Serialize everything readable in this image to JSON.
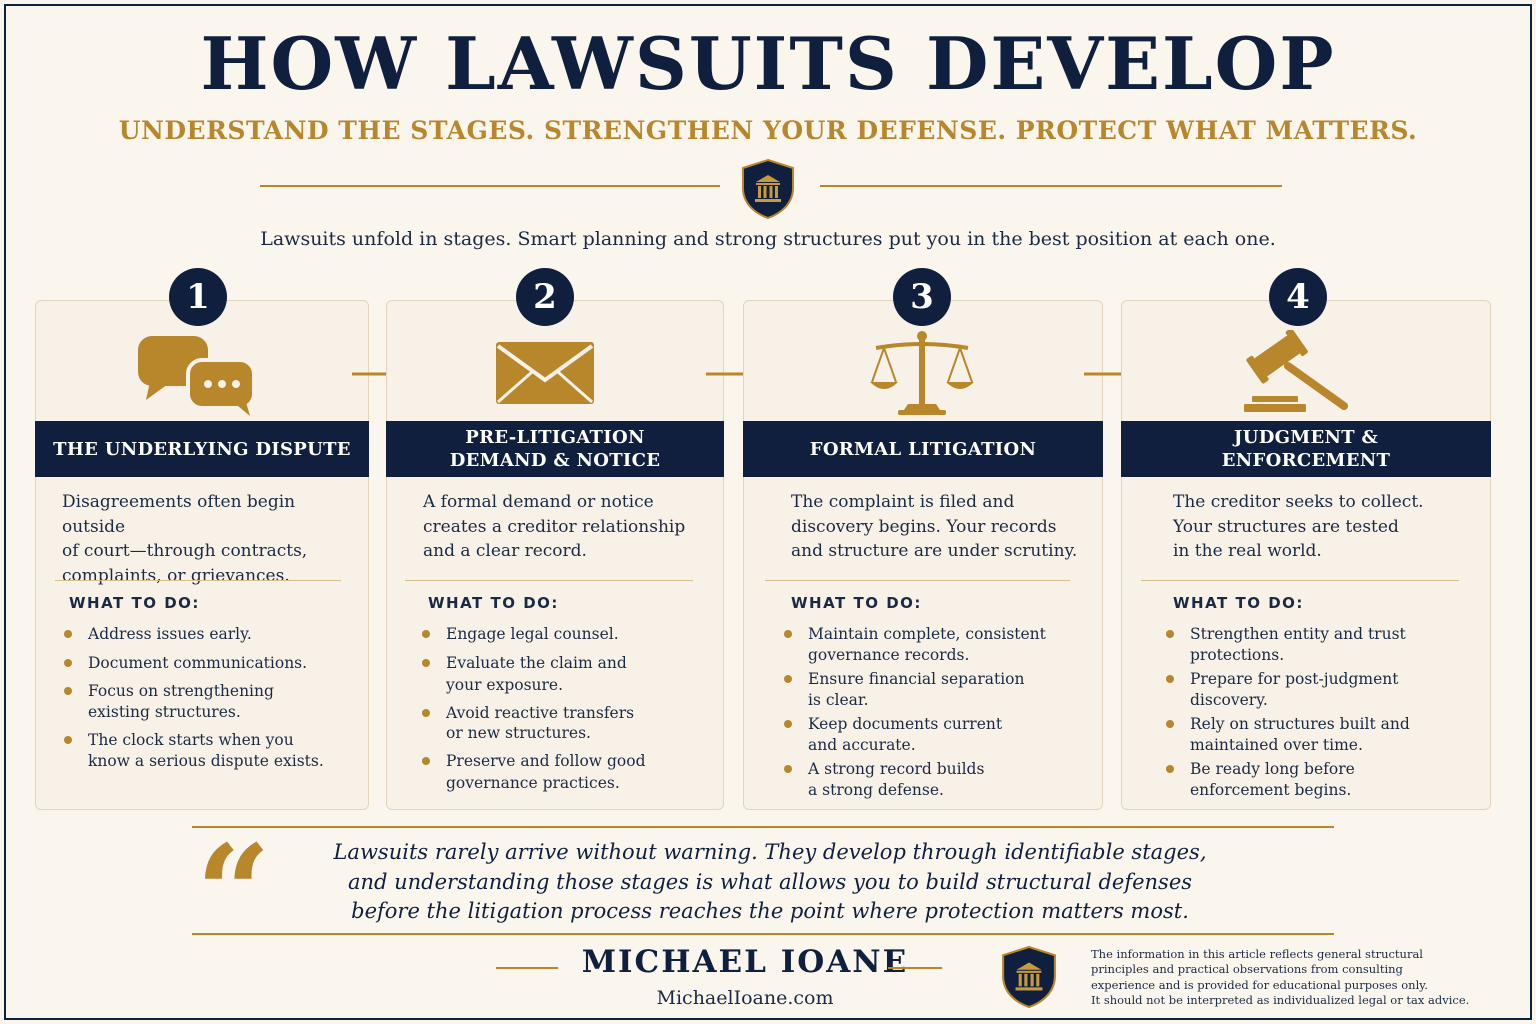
{
  "header": {
    "title": "HOW LAWSUITS DEVELOP",
    "subtitle": "UNDERSTAND THE STAGES. STRENGTHEN YOUR DEFENSE. PROTECT WHAT MATTERS.",
    "intro": "Lawsuits unfold in stages. Smart planning and strong structures put you in the best position at each one."
  },
  "colors": {
    "navy": "#0f1f3d",
    "gold": "#b8862b",
    "background": "#faf6ee"
  },
  "stages": [
    {
      "number": "1",
      "icon": "chat-bubbles-icon",
      "title": "THE UNDERLYING DISPUTE",
      "description": [
        "Disagreements often begin outside",
        "of court—through contracts,",
        "complaints, or grievances."
      ],
      "what_label": "WHAT TO DO:",
      "bullets": [
        [
          "Address issues early."
        ],
        [
          "Document communications."
        ],
        [
          "Focus on strengthening",
          "existing structures."
        ],
        [
          "The clock starts when you",
          "know a serious dispute exists."
        ]
      ]
    },
    {
      "number": "2",
      "icon": "envelope-icon",
      "title": "PRE-LITIGATION DEMAND & NOTICE",
      "title_lines": [
        "PRE-LITIGATION",
        "DEMAND & NOTICE"
      ],
      "description": [
        "A formal demand or notice",
        "creates a creditor relationship",
        "and a clear record."
      ],
      "what_label": "WHAT TO DO:",
      "bullets": [
        [
          "Engage legal counsel."
        ],
        [
          "Evaluate the claim and",
          "your exposure."
        ],
        [
          "Avoid reactive transfers",
          "or new structures."
        ],
        [
          "Preserve and follow good",
          "governance practices."
        ]
      ]
    },
    {
      "number": "3",
      "icon": "scales-of-justice-icon",
      "title": "FORMAL LITIGATION",
      "description": [
        "The complaint is filed and",
        "discovery begins. Your records",
        "and structure are under scrutiny."
      ],
      "what_label": "WHAT TO DO:",
      "bullets": [
        [
          "Maintain complete, consistent",
          "governance records."
        ],
        [
          "Ensure financial separation",
          "is clear."
        ],
        [
          "Keep documents current",
          "and accurate."
        ],
        [
          "A strong record builds",
          "a strong defense."
        ]
      ]
    },
    {
      "number": "4",
      "icon": "gavel-icon",
      "title": "JUDGMENT & ENFORCEMENT",
      "title_lines": [
        "JUDGMENT &",
        "ENFORCEMENT"
      ],
      "description": [
        "The creditor seeks to collect.",
        "Your structures are tested",
        "in the real world."
      ],
      "what_label": "WHAT TO DO:",
      "bullets": [
        [
          "Strengthen entity and trust",
          "protections."
        ],
        [
          "Prepare for post-judgment",
          "discovery."
        ],
        [
          "Rely on structures built and",
          "maintained over time."
        ],
        [
          "Be ready long before",
          "enforcement begins."
        ]
      ]
    }
  ],
  "quote": {
    "mark": "“",
    "lines": [
      "Lawsuits rarely arrive without warning. They develop through identifiable stages,",
      "and understanding those stages is what allows you to build structural defenses",
      "before the litigation process reaches the point where protection matters most."
    ]
  },
  "footer": {
    "author": "MICHAEL IOANE",
    "website": "MichaelIoane.com",
    "disclaimer": [
      "The information in this article reflects general structural",
      "principles and practical observations from consulting",
      "experience and is provided for educational purposes only.",
      "It should not be interpreted as individualized legal or tax advice."
    ]
  }
}
